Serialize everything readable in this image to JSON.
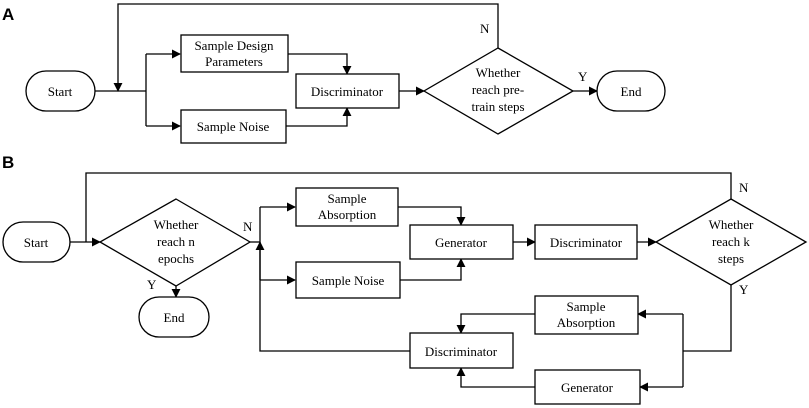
{
  "panels": {
    "a": {
      "label": "A",
      "start": "Start",
      "sample_design": [
        "Sample Design",
        "Parameters"
      ],
      "sample_noise": "Sample Noise",
      "discriminator": "Discriminator",
      "decision": [
        "Whether",
        "reach pre-",
        "train steps"
      ],
      "yes": "Y",
      "no": "N",
      "end": "End"
    },
    "b": {
      "label": "B",
      "start": "Start",
      "decision_epochs": [
        "Whether",
        "reach n",
        "epochs"
      ],
      "no_epochs": "N",
      "yes_epochs": "Y",
      "end": "End",
      "sample_absorption_top": [
        "Sample",
        "Absorption"
      ],
      "sample_noise": "Sample Noise",
      "generator_top": "Generator",
      "discriminator_top": "Discriminator",
      "decision_steps": [
        "Whether",
        "reach k",
        "steps"
      ],
      "no_steps": "N",
      "yes_steps": "Y",
      "sample_absorption_bottom": [
        "Sample",
        "Absorption"
      ],
      "discriminator_bottom": "Discriminator",
      "generator_bottom": "Generator"
    }
  },
  "colors": {
    "stroke": "#000000",
    "fill": "#ffffff"
  }
}
